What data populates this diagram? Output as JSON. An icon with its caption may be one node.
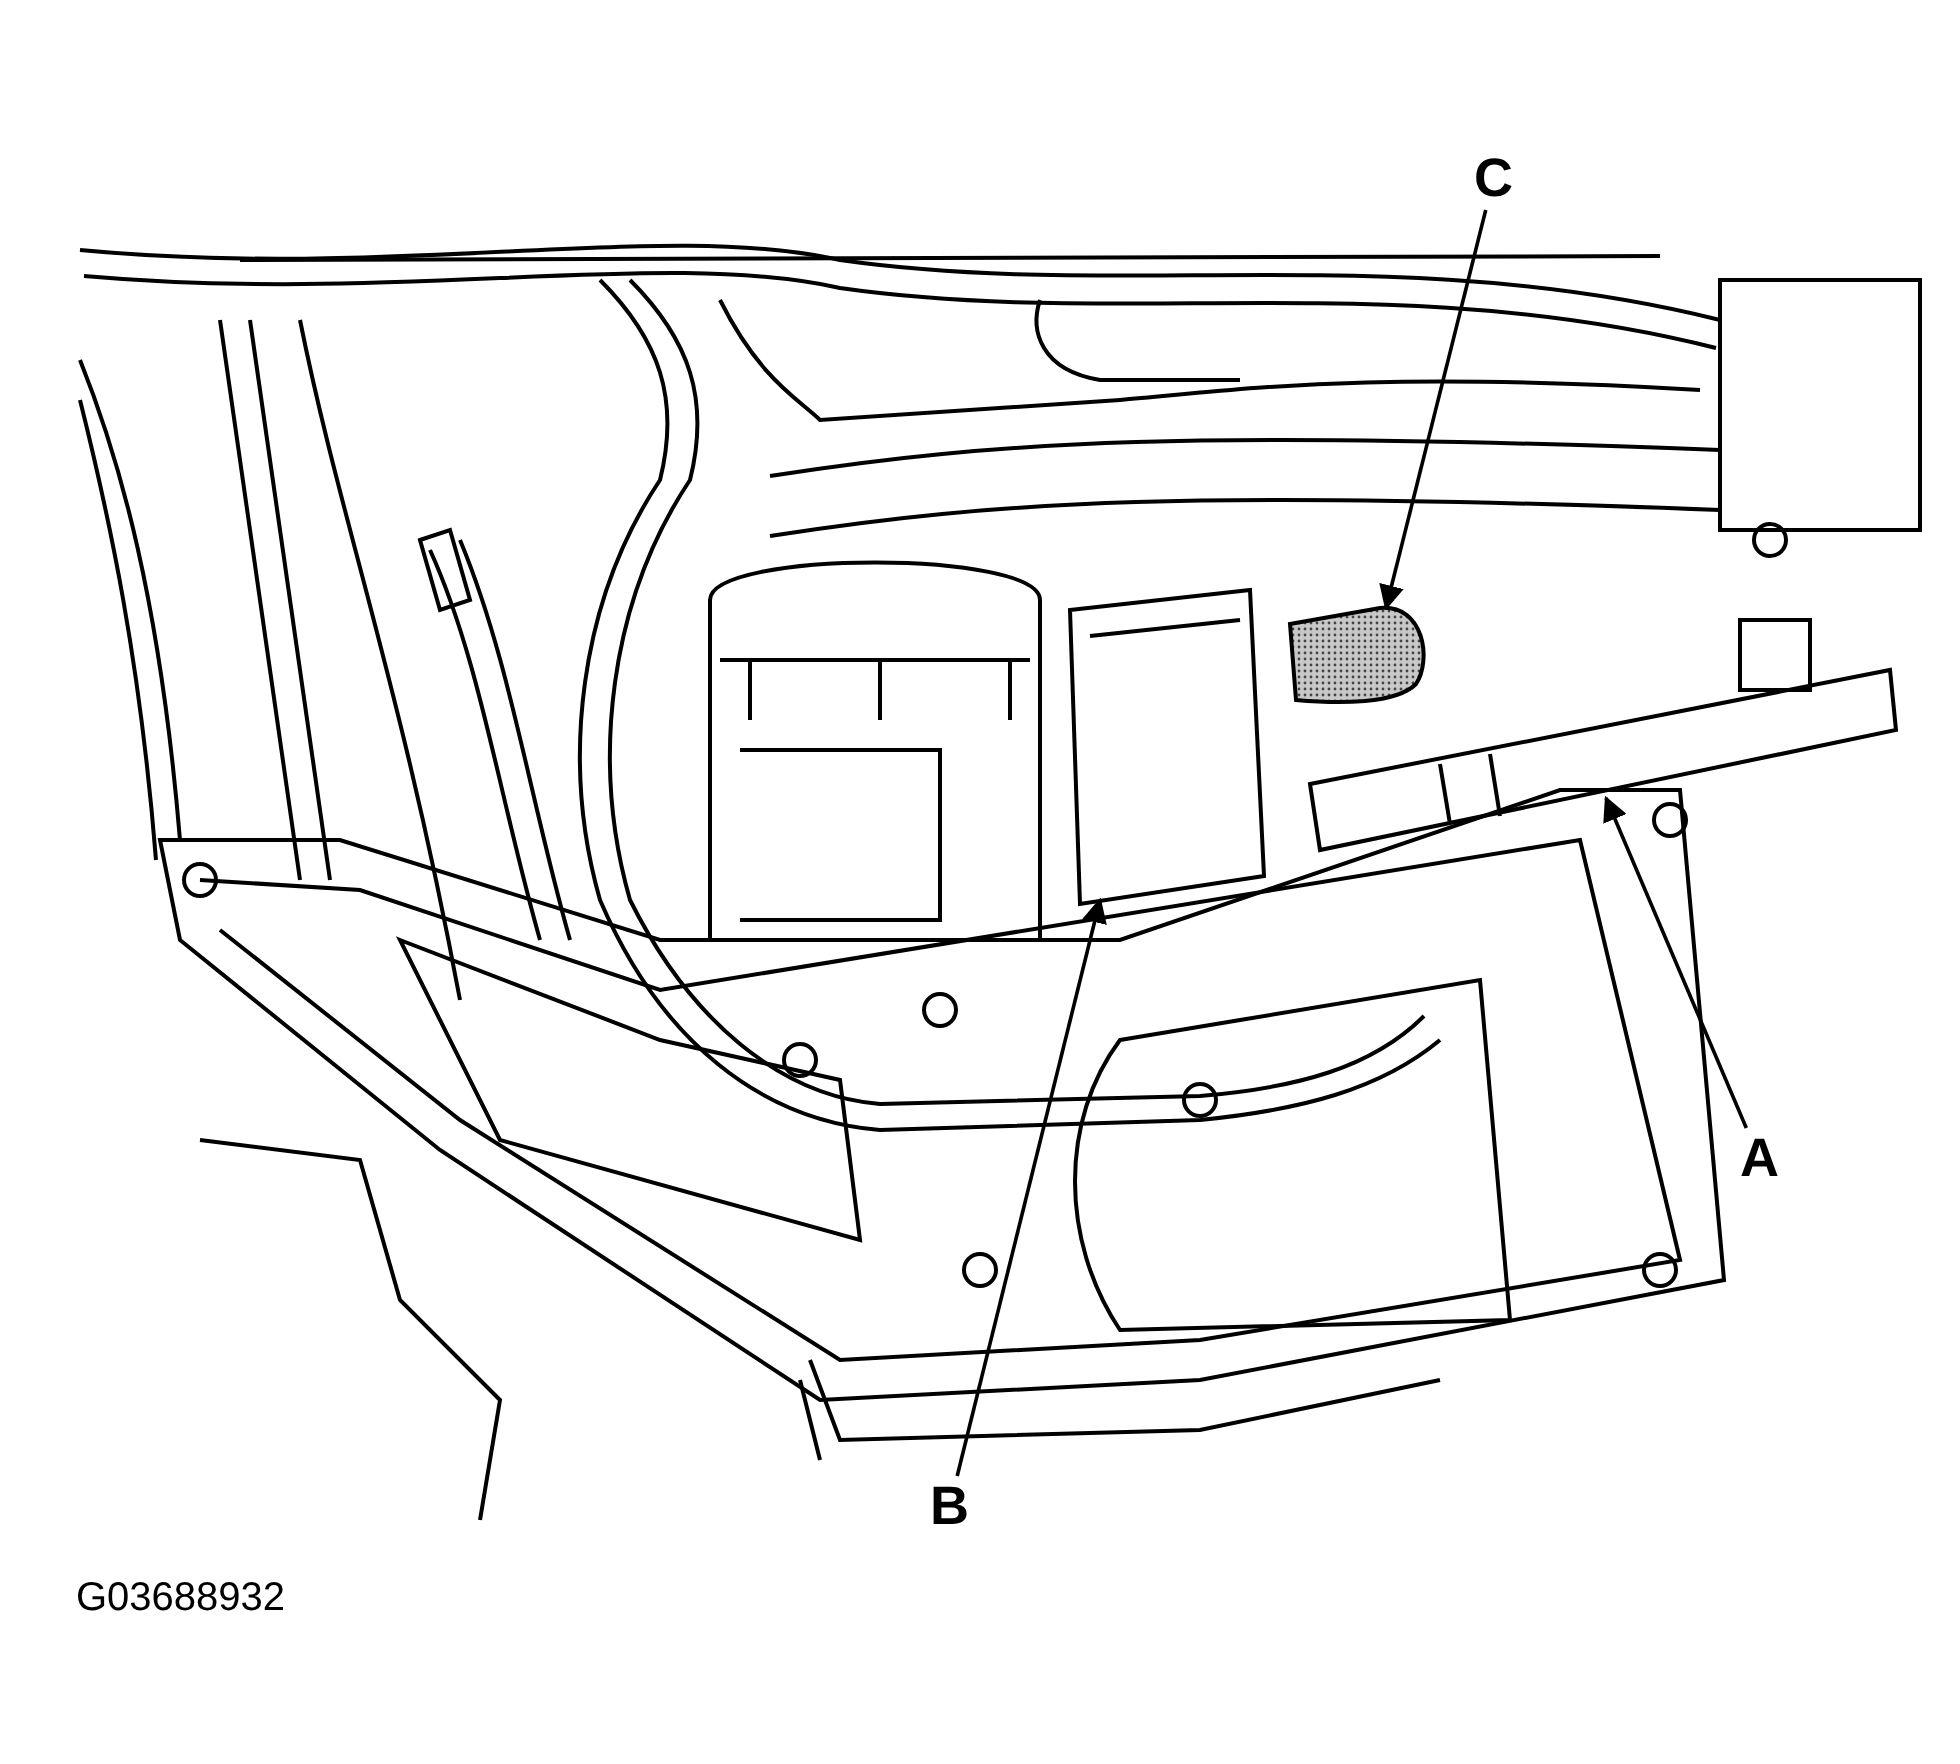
{
  "diagram": {
    "nodes": [
      {
        "text": [
          "C"
        ]
      },
      {
        "text": [],
        "shape": "cap"
      },
      {
        "text": [
          "B"
        ]
      },
      {
        "text": [],
        "shape": "box"
      },
      {
        "text": [
          "A"
        ]
      },
      {
        "text": [],
        "shape": "bar"
      }
    ],
    "edges": [
      {
        "from": 0,
        "to": 1,
        "arrow": "to"
      },
      {
        "from": 2,
        "to": 3,
        "arrow": "to"
      },
      {
        "from": 4,
        "to": 5,
        "arrow": "to"
      }
    ],
    "labels": [
      "G03688932"
    ]
  }
}
